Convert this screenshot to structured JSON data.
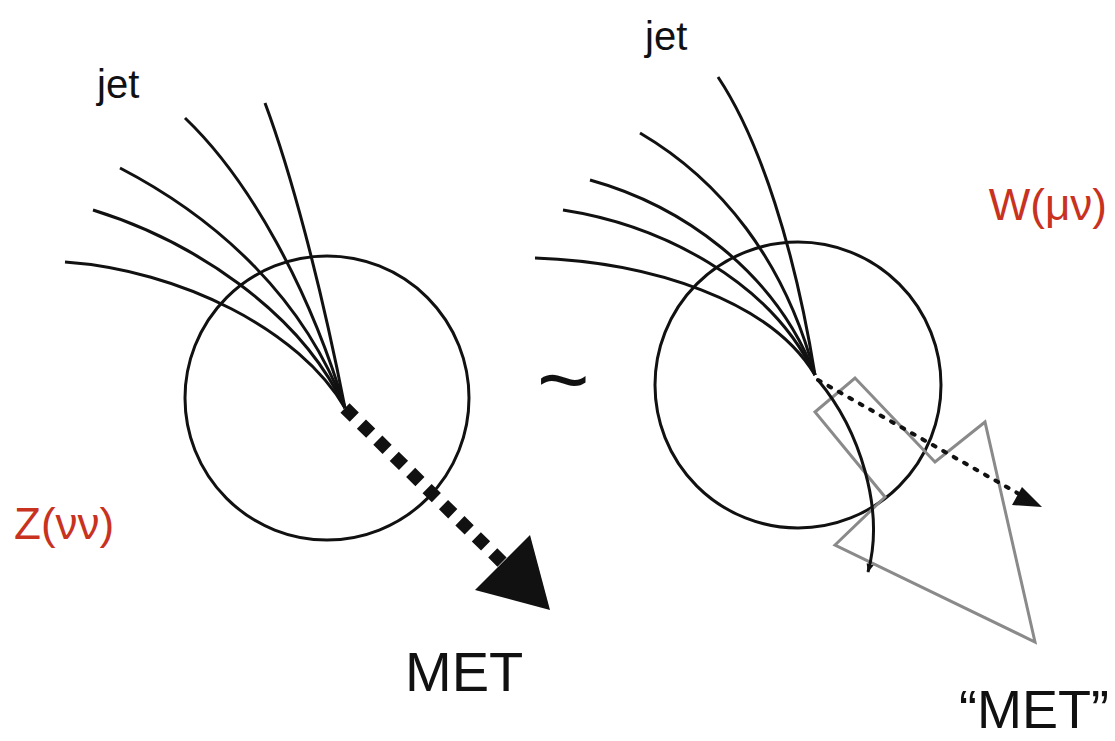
{
  "diagram": {
    "labels": [
      "jet",
      "Z(νν)",
      "MET",
      "~",
      "jet",
      "W(μν)",
      "“MET”"
    ]
  }
}
